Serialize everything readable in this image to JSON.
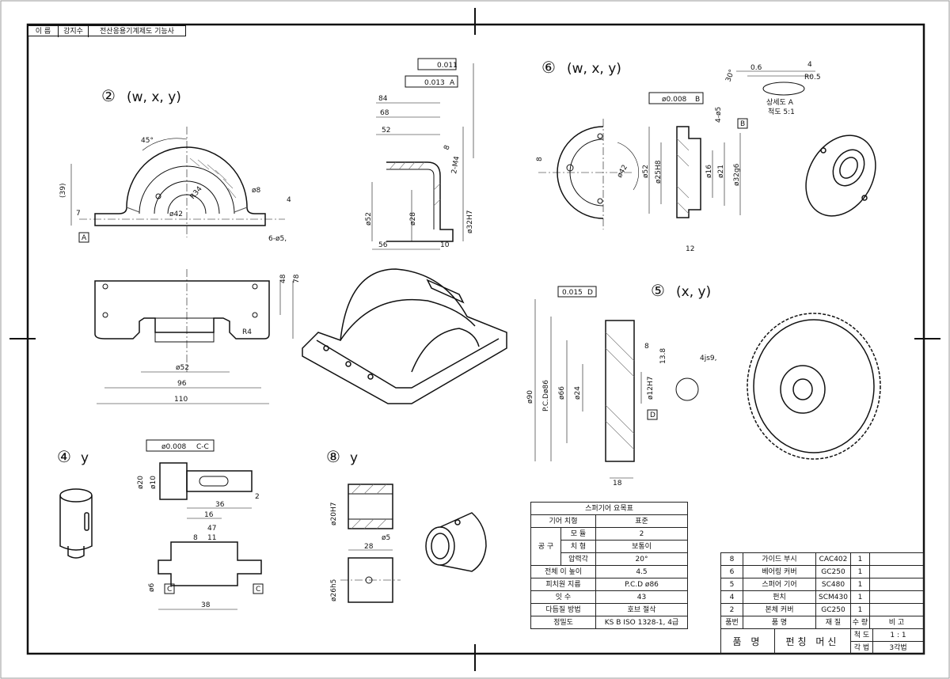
{
  "title_block": {
    "label_name": "이 름",
    "student_name": "강지수",
    "exam_title": "전산응용기계제도 기능사"
  },
  "views": {
    "v2": {
      "number": "②",
      "symbols": "(w, x, y)"
    },
    "v6": {
      "number": "⑥",
      "symbols": "(w, x, y)"
    },
    "v5": {
      "number": "⑤",
      "symbols": "(x, y)"
    },
    "v4": {
      "number": "④",
      "symbols": "y"
    },
    "v8": {
      "number": "⑧",
      "symbols": "y"
    }
  },
  "detail_note": {
    "title": "상세도 A",
    "scale": "척도 5:1"
  },
  "dims": {
    "d45": "45°",
    "d39": "(39)",
    "dR34": "R34",
    "dphi42": "ø42",
    "dphi8": "ø8",
    "d7": "7",
    "d4": "4",
    "dA": "A",
    "d6phi5": "6-ø5,",
    "d48": "48",
    "d78": "78",
    "dR4": "R4",
    "dphi52b": "ø52",
    "d96": "96",
    "d110": "110",
    "fc1": "0.011",
    "fc2": "0.013",
    "fc2ref": "A",
    "d84": "84",
    "d68": "68",
    "d52": "52",
    "d8": "8",
    "d2M4": "2-M4",
    "dphi52c": "ø52",
    "dphi28": "ø28",
    "dphi32H7": "ø32H7",
    "d56": "56",
    "d10": "10",
    "fc3": "ø0.008",
    "fc3ref": "B",
    "dB": "B",
    "d4phi5": "4-ø5",
    "dphi25": "ø25H8",
    "dphi52d": "ø52",
    "dphi16": "ø16",
    "dphi21": "ø21",
    "dphi32g6": "ø32g6",
    "d12": "12",
    "dphi42b": "ø42",
    "d8b": "8",
    "d06": "0.6",
    "d30": "30°",
    "dR05": "R0.5",
    "d4c": "4",
    "fc4": "0.015",
    "fc4ref": "D",
    "dphi90": "ø90",
    "dpcd": "P.C.Dø86",
    "dphi66": "ø66",
    "dphi24": "ø24",
    "dphi12": "ø12H7",
    "d13": "13.8",
    "d4js9": "4js9,",
    "dD": "D",
    "d18": "18",
    "d8c": "8",
    "fc5": "ø0.008",
    "fc5ref": "C-C",
    "dphi20": "ø20",
    "dphi10": "ø10",
    "d36": "36",
    "d16": "16",
    "d2": "2",
    "d47": "47",
    "d8d": "8",
    "d11": "11",
    "dphi6": "ø6",
    "d38": "38",
    "dC1": "C",
    "dC2": "C",
    "dphi20H7": "ø20H7",
    "d28": "28",
    "dphi5": "ø5",
    "dphi26": "ø26h5"
  },
  "gear_table": {
    "title": "스퍼기어 요목표",
    "rows": [
      [
        "기어 치형",
        "표준"
      ],
      [
        "모 듈",
        "2"
      ],
      [
        "치 형",
        "보통이"
      ],
      [
        "압력각",
        "20°"
      ],
      [
        "전체 이 높이",
        "4.5"
      ],
      [
        "피치원 지름",
        "P.C.D ø86"
      ],
      [
        "잇 수",
        "43"
      ],
      [
        "다듬질 방법",
        "호브 절삭"
      ],
      [
        "정밀도",
        "KS B ISO 1328-1, 4급"
      ]
    ],
    "tool_label": "공 구"
  },
  "parts_list": {
    "rows": [
      [
        "8",
        "가이드 부시",
        "CAC402",
        "1",
        ""
      ],
      [
        "6",
        "베어링 커버",
        "GC250",
        "1",
        ""
      ],
      [
        "5",
        "스퍼어 기어",
        "SC480",
        "1",
        ""
      ],
      [
        "4",
        "펀치",
        "SCM430",
        "1",
        ""
      ],
      [
        "2",
        "본체 커버",
        "GC250",
        "1",
        ""
      ]
    ],
    "header": [
      "품번",
      "품 명",
      "재 질",
      "수 량",
      "비 고"
    ],
    "footer": {
      "name_label": "품 명",
      "name_value": "펀칭 머신",
      "scale_label": "척 도",
      "scale_value": "1 : 1",
      "proj_label": "각 법",
      "proj_value": "3각법"
    }
  }
}
